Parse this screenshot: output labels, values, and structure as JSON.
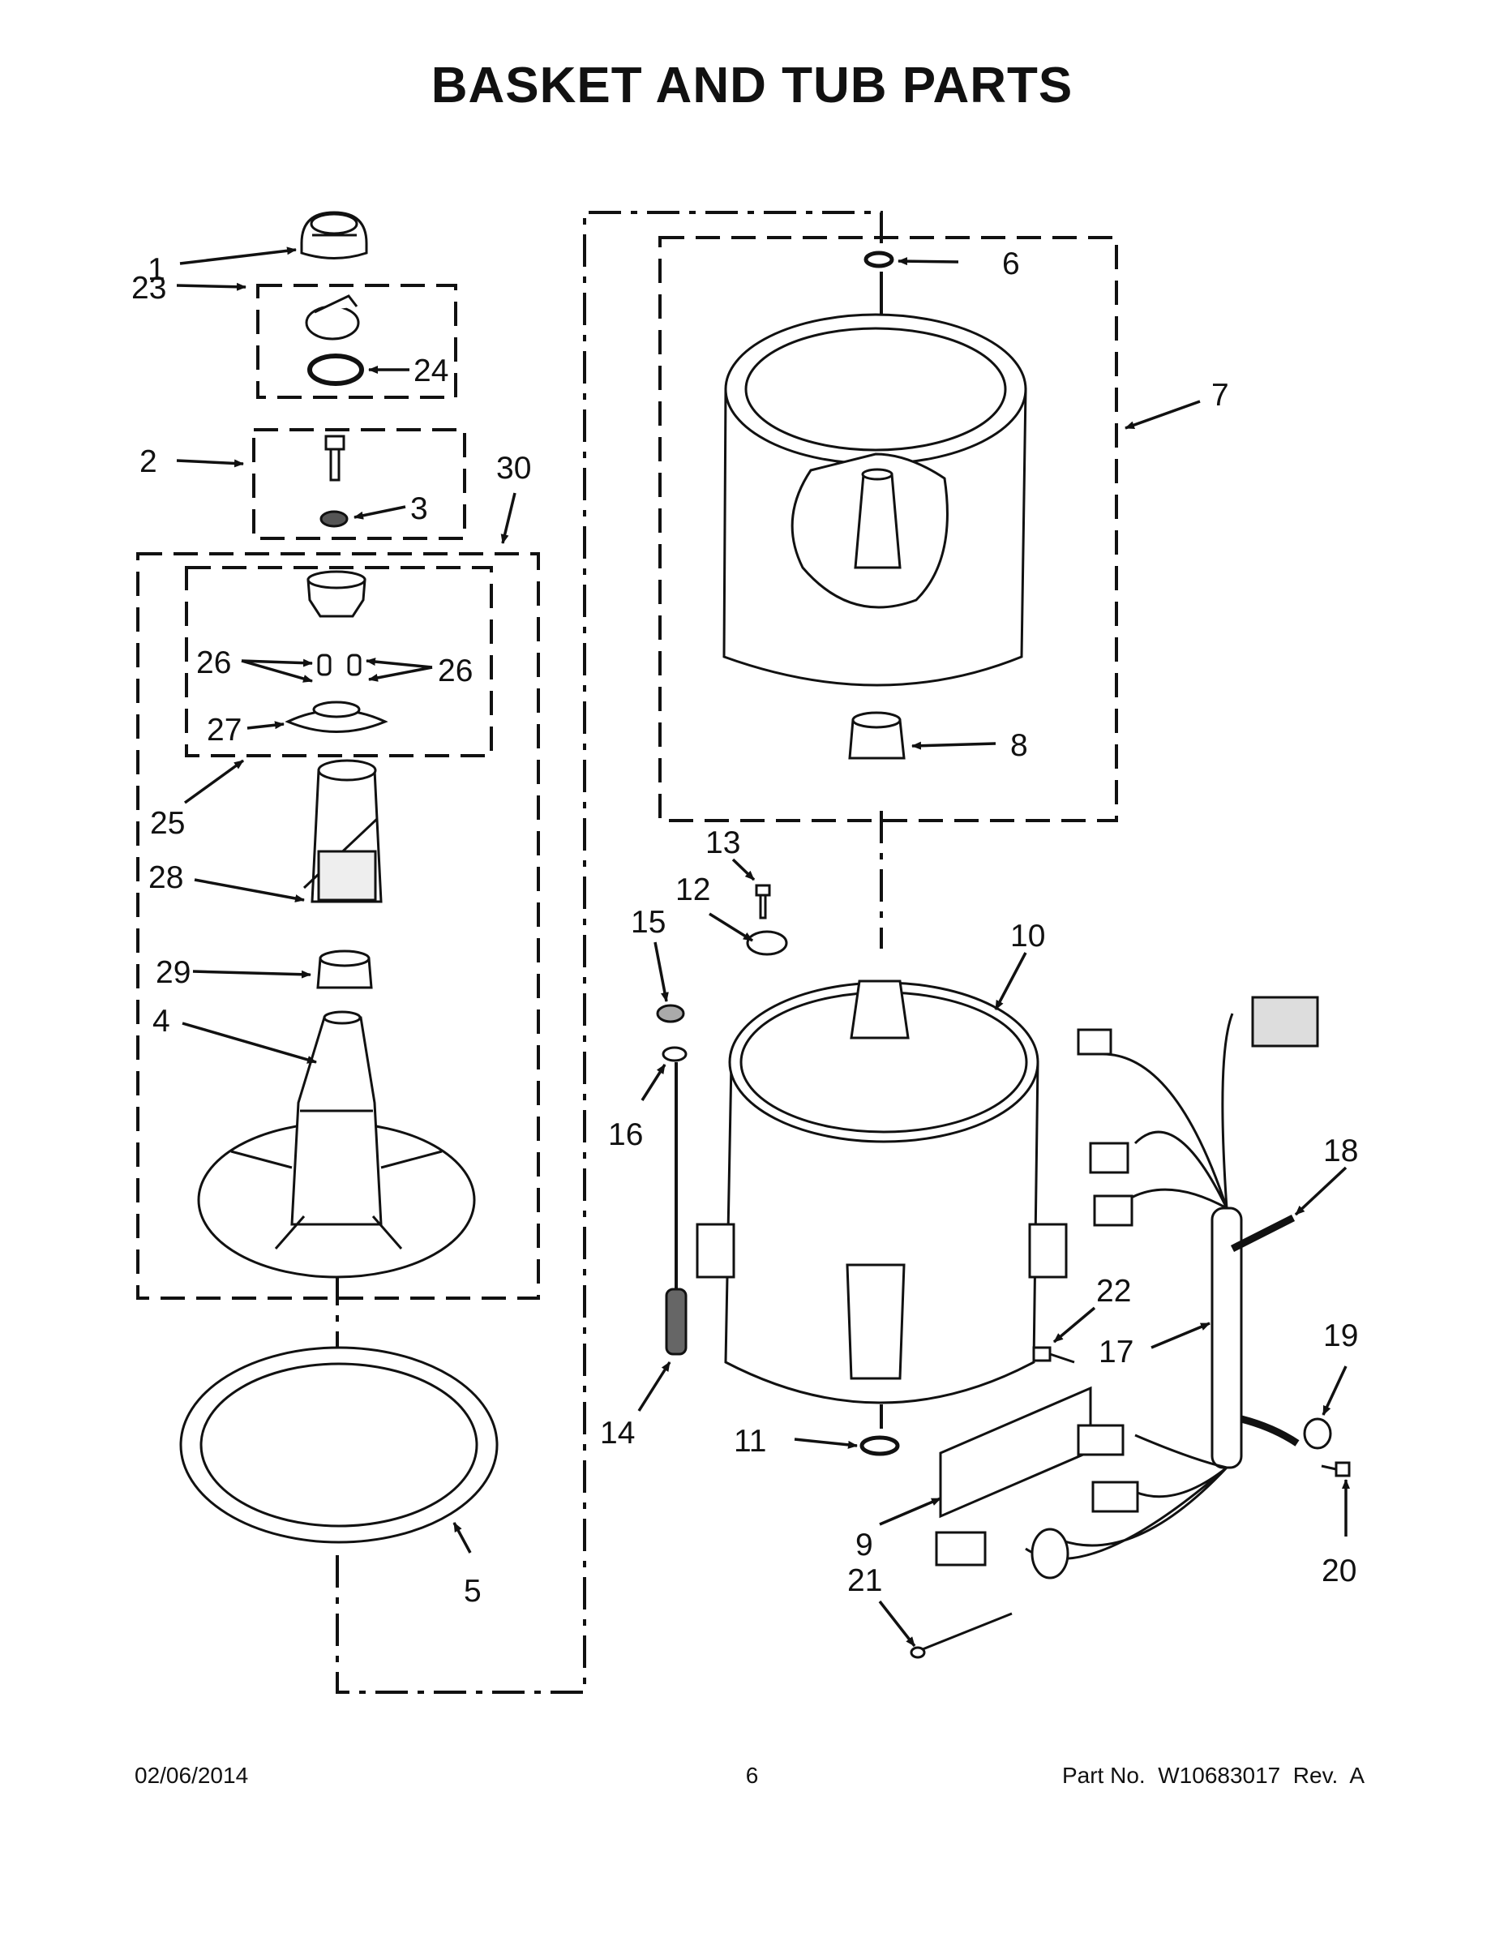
{
  "title": "BASKET AND TUB PARTS",
  "callouts": {
    "c1": "1",
    "c2": "2",
    "c3": "3",
    "c4": "4",
    "c5": "5",
    "c6": "6",
    "c7": "7",
    "c8": "8",
    "c9": "9",
    "c10": "10",
    "c11": "11",
    "c12": "12",
    "c13": "13",
    "c14": "14",
    "c15": "15",
    "c16": "16",
    "c17": "17",
    "c18": "18",
    "c19": "19",
    "c20": "20",
    "c21": "21",
    "c22": "22",
    "c23": "23",
    "c24": "24",
    "c25": "25",
    "c26a": "26",
    "c26b": "26",
    "c27": "27",
    "c28": "28",
    "c29": "29",
    "c30": "30"
  },
  "footer": {
    "date": "02/06/2014",
    "page": "6",
    "part": "Part No.  W10683017  Rev.  A"
  }
}
